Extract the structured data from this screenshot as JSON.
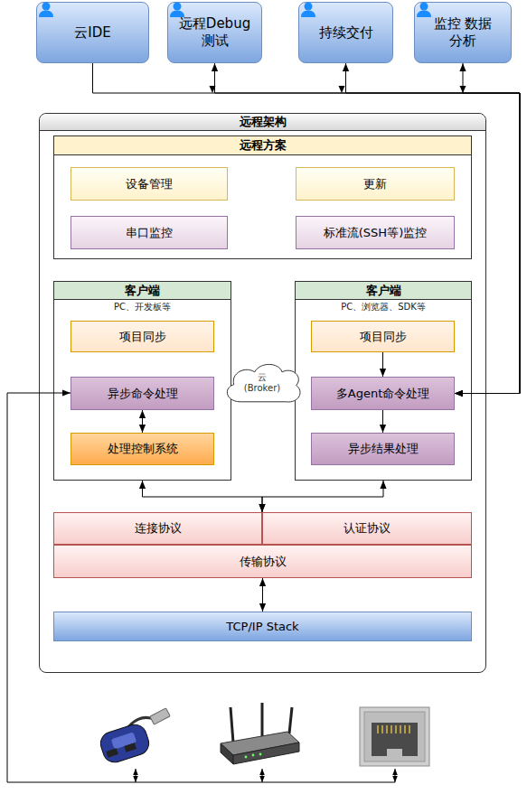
{
  "diagram": {
    "nodes": [
      {
        "text": [
          "云IDE"
        ]
      },
      {
        "text": [
          "远程Debug测试"
        ]
      },
      {
        "text": [
          "持续交付"
        ]
      },
      {
        "text": [
          "监控 数据分析"
        ]
      },
      {
        "text": [
          "远程架构"
        ]
      },
      {
        "text": [
          "远程方案"
        ],
        "in": 4
      },
      {
        "text": [
          "设备管理"
        ],
        "in": 5
      },
      {
        "text": [
          "更新"
        ],
        "in": 5
      },
      {
        "text": [
          "串口监控"
        ],
        "in": 5
      },
      {
        "text": [
          "标准流(SSH等)监控"
        ],
        "in": 5
      },
      {
        "text": [
          "客户端",
          "PC、开发板等"
        ],
        "in": 4
      },
      {
        "text": [
          "项目同步"
        ],
        "in": 10
      },
      {
        "text": [
          "异步命令处理"
        ],
        "in": 10
      },
      {
        "text": [
          "处理控制系统"
        ],
        "in": 10
      },
      {
        "text": [
          "云 (Broker)"
        ],
        "in": 4
      },
      {
        "text": [
          "客户端",
          "PC、浏览器、SDK等"
        ],
        "in": 4
      },
      {
        "text": [
          "项目同步"
        ],
        "in": 15
      },
      {
        "text": [
          "多Agent命令处理"
        ],
        "in": 15
      },
      {
        "text": [
          "异步结果处理"
        ],
        "in": 15
      },
      {
        "text": [
          "连接协议"
        ],
        "in": 4
      },
      {
        "text": [
          "认证协议"
        ],
        "in": 4
      },
      {
        "text": [
          "传输协议"
        ],
        "in": 4
      },
      {
        "text": [
          "TCP/IP Stack"
        ],
        "in": 4
      }
    ],
    "edges": [
      {
        "from": 0,
        "to": 17,
        "arrow": "to"
      },
      {
        "from": 1,
        "to": 17,
        "arrow": "both"
      },
      {
        "from": 2,
        "to": 17,
        "arrow": "both"
      },
      {
        "from": 3,
        "to": 17,
        "arrow": "both"
      },
      {
        "from": 12,
        "to": 13,
        "arrow": "both"
      },
      {
        "from": 16,
        "to": 17,
        "arrow": "to"
      },
      {
        "from": 17,
        "to": 18,
        "arrow": "to"
      },
      {
        "from": 10,
        "to": 19,
        "arrow": "both"
      },
      {
        "from": 15,
        "to": 20,
        "arrow": "both"
      },
      {
        "from": 21,
        "to": 22,
        "arrow": "both"
      }
    ]
  }
}
